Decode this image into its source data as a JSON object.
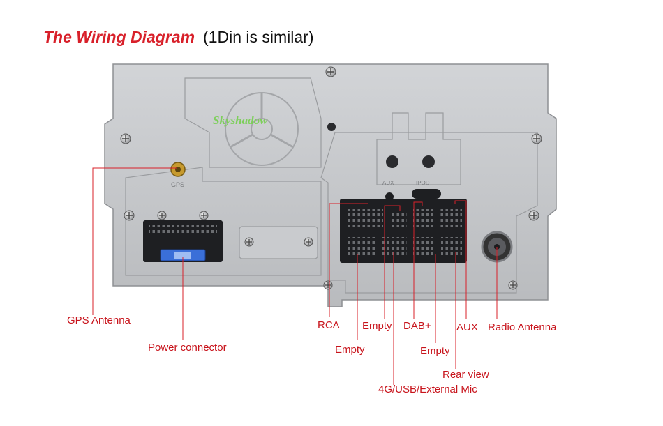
{
  "title": {
    "main": "The Wiring Diagram",
    "sub": "(1Din is similar)"
  },
  "panel": {
    "logo_text": "Skyshadow",
    "gps_port_text": "GPS",
    "aux_hole_text": "AUX",
    "ipod_slot_text": "IPOD"
  },
  "labels": {
    "gps_antenna": "GPS Antenna",
    "power_connector": "Power connector",
    "rca": "RCA",
    "empty_1": "Empty",
    "empty_2": "Empty",
    "dab": "DAB+",
    "empty_3": "Empty",
    "aux": "AUX",
    "radio_antenna": "Radio Antenna",
    "rear_view": "Rear view",
    "usb_mic": "4G/USB/External Mic"
  },
  "colors": {
    "label": "#c8141c",
    "leader_line": "#d8202a",
    "title_accent": "#d8202a",
    "panel_metal": "#c4c6c9",
    "connector": "#1e1f22",
    "fuse": "#3a6fd8",
    "brass": "#c79a2e"
  }
}
